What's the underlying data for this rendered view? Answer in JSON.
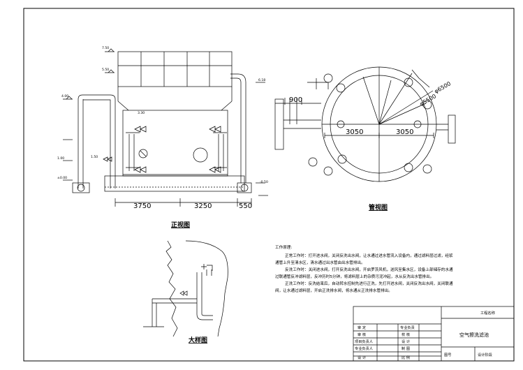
{
  "titles": {
    "front_view": "正视图",
    "pipe_view": "管视图",
    "detail_view": "大样图",
    "drawing_title": "空气擦洗滤池"
  },
  "dimensions": {
    "front_bottom": [
      "3750",
      "3250",
      "550"
    ],
    "pipe_left": "3050",
    "pipe_right": "3050",
    "pipe_900": "900",
    "pipe_diam_large": "φ6500",
    "pipe_diam_small": "φ5500"
  },
  "elevations": {
    "e7_50": "7.50",
    "e5_50": "5.50",
    "e4_00": "4.00",
    "e6_18": "6.18",
    "e1_00": "1.00",
    "e0_00": "±0.00",
    "em0_50": "-0.50",
    "e3_30": "3.30",
    "e1_50": "1.50"
  },
  "work_notes": {
    "heading": "工作原理:",
    "lines": [
      "正常工作时：打开进水阀，关闭反洗出水阀，让水通过进水管流入设备内，通过滤料层过滤，经浆",
      "通管上升至清水区，清水通过出水管由出水管排出。",
      "反洗工作时：关闭进水阀，打开反洗出水阀，开启罗茨风机，送风至集水区，设备上部储存的水通",
      "过联通管反冲滤料层，反冲历时5分钟，将滤料层上的杂质污泥冲起，水从反洗出水管排出。",
      "正洗工作时：反洗结束后，自动转水控制先进行正洗，先打开进水阀，关闭反洗出水阀，关闭联通",
      "阀，让水通过滤料层，开启正洗排水阀，将水通从正洗排水管排出。"
    ]
  },
  "title_block": {
    "project_label": "工程名称",
    "drawing_name": "空气擦洗滤池",
    "row_labels_left": [
      "审 定",
      "审 核",
      "项目负责人",
      "专业负责人",
      "设 计"
    ],
    "row_labels_mid": [
      "专业负责",
      "校 核",
      "设 计",
      "制 图",
      "比 例"
    ],
    "bottom_left": "图号",
    "bottom_right": "设计阶段"
  }
}
